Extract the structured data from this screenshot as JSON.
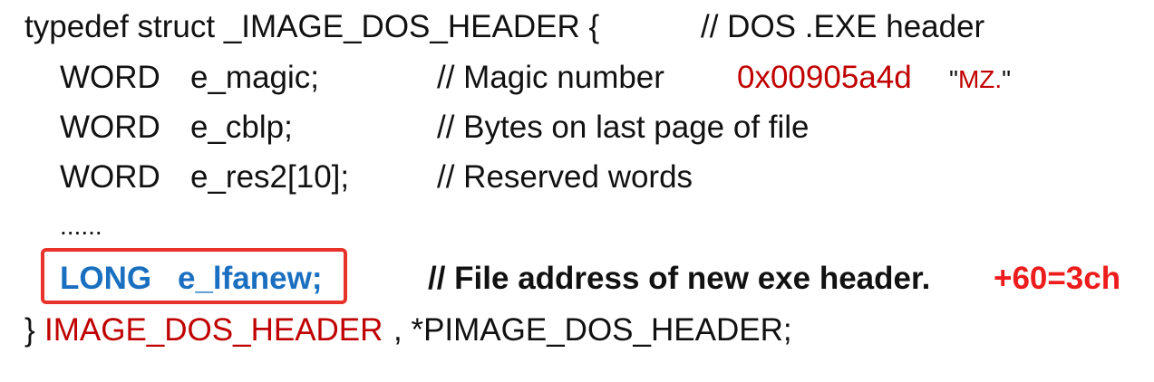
{
  "struct": {
    "open_line": "typedef struct _IMAGE_DOS_HEADER {",
    "open_comment": "// DOS .EXE header",
    "fields": [
      {
        "type": "WORD",
        "name": "e_magic;",
        "comment": "// Magic number",
        "value": "0x00905a4d",
        "value_note": "\"MZ.\""
      },
      {
        "type": "WORD",
        "name": "e_cblp;",
        "comment": "// Bytes on last page of file"
      },
      {
        "type": "WORD",
        "name": "e_res2[10];",
        "comment": "// Reserved words"
      }
    ],
    "ellipsis": "......",
    "highlighted_field": {
      "type": "LONG",
      "name": "e_lfanew;",
      "comment": "// File address of new exe header.",
      "offset": "+60=3ch"
    },
    "close_brace": "}",
    "typedef_name": "IMAGE_DOS_HEADER",
    "pointer_typedef": ", *PIMAGE_DOS_HEADER;"
  },
  "colors": {
    "text": "#111111",
    "value_red": "#c00000",
    "offset_red": "#ee1c1c",
    "highlight_blue": "#1a6fc0",
    "box_border": "#e8332a"
  }
}
